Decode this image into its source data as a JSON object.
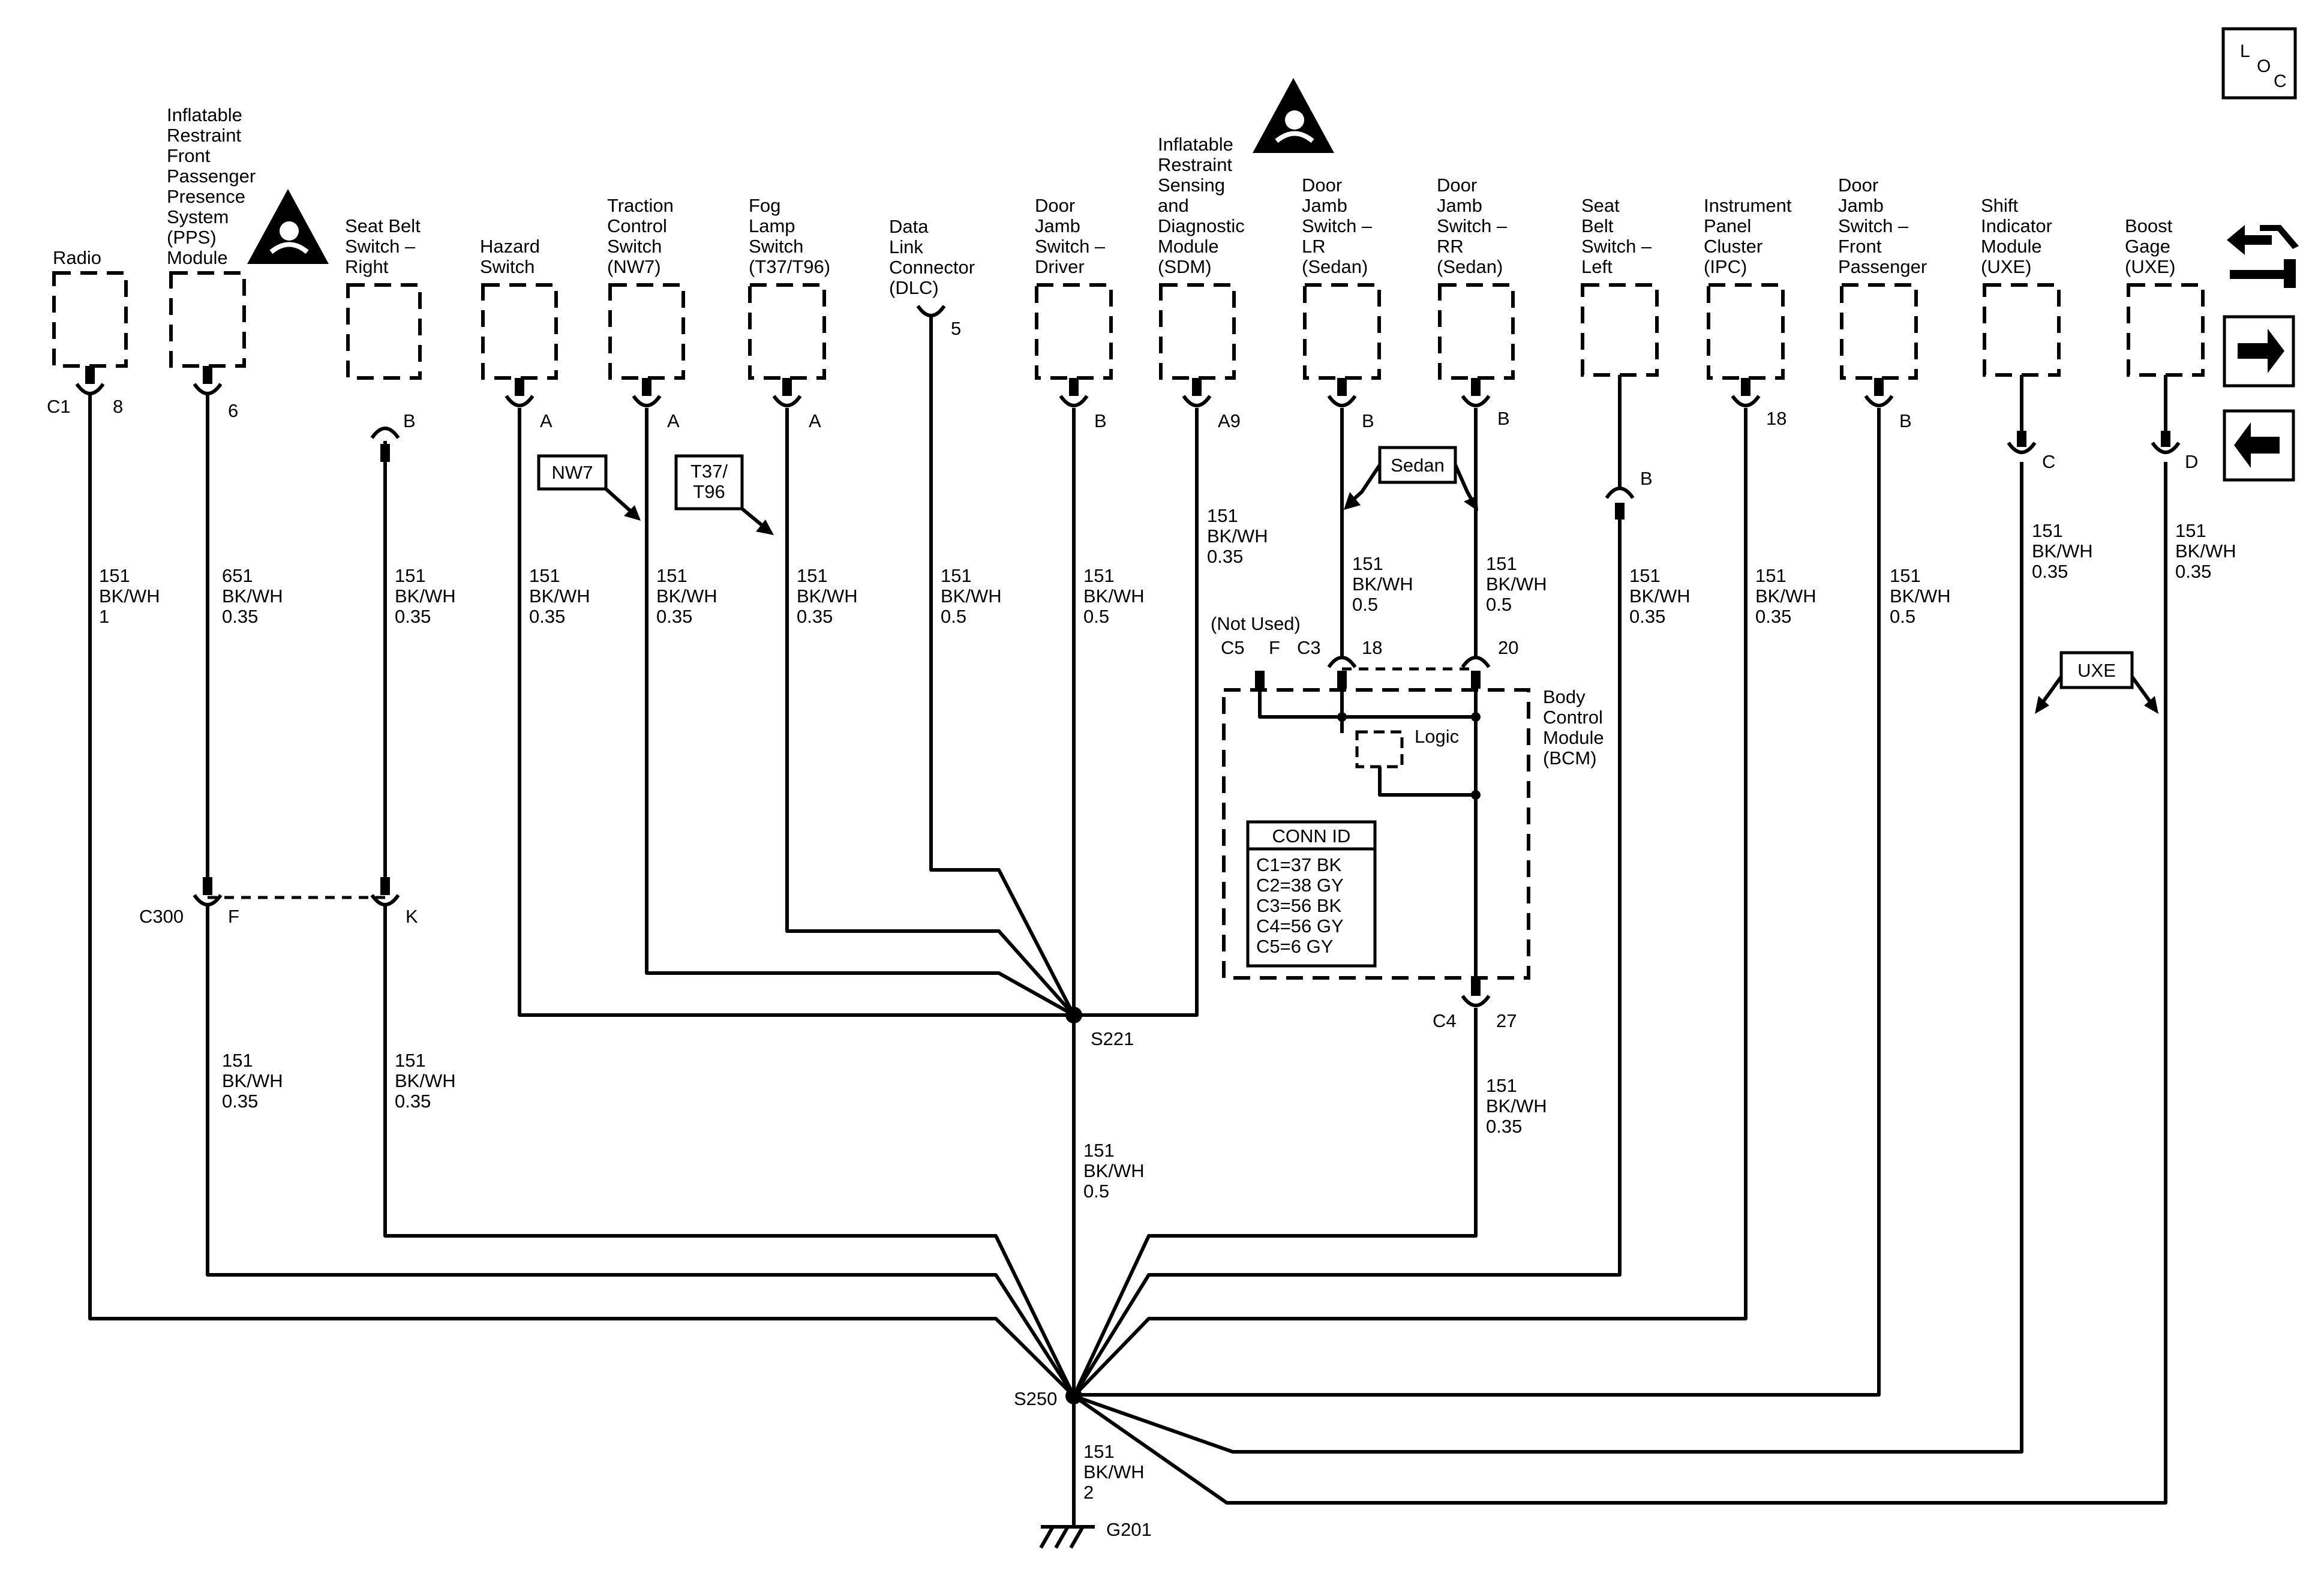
{
  "components": {
    "radio": [
      "Radio"
    ],
    "pps": [
      "Inflatable",
      "Restraint",
      "Front",
      "Passenger",
      "Presence",
      "System",
      "(PPS)",
      "Module"
    ],
    "seatbelt_right": [
      "Seat Belt",
      "Switch –",
      "Right"
    ],
    "hazard": [
      "Hazard",
      "Switch"
    ],
    "traction": [
      "Traction",
      "Control",
      "Switch",
      "(NW7)"
    ],
    "fog": [
      "Fog",
      "Lamp",
      "Switch",
      "(T37/T96)"
    ],
    "dlc": [
      "Data",
      "Link",
      "Connector",
      "(DLC)"
    ],
    "door_driver": [
      "Door",
      "Jamb",
      "Switch –",
      "Driver"
    ],
    "sdm": [
      "Inflatable",
      "Restraint",
      "Sensing",
      "and",
      "Diagnostic",
      "Module",
      "(SDM)"
    ],
    "door_lr": [
      "Door",
      "Jamb",
      "Switch –",
      "LR",
      "(Sedan)"
    ],
    "door_rr": [
      "Door",
      "Jamb",
      "Switch –",
      "RR",
      "(Sedan)"
    ],
    "seatbelt_left": [
      "Seat",
      "Belt",
      "Switch –",
      "Left"
    ],
    "ipc": [
      "Instrument",
      "Panel",
      "Cluster",
      "(IPC)"
    ],
    "door_front_pass": [
      "Door",
      "Jamb",
      "Switch –",
      "Front",
      "Passenger"
    ],
    "shift": [
      "Shift",
      "Indicator",
      "Module",
      "(UXE)"
    ],
    "boost": [
      "Boost",
      "Gage",
      "(UXE)"
    ]
  },
  "pins": {
    "radio_conn": "C1",
    "radio": "8",
    "pps": "6",
    "seatbelt_right": "B",
    "hazard": "A",
    "traction": "A",
    "fog": "A",
    "dlc": "5",
    "door_driver": "B",
    "sdm": "A9",
    "door_lr": "B",
    "door_rr": "B",
    "seatbelt_left": "B",
    "ipc": "18",
    "door_front_pass": "B",
    "shift": "C",
    "boost": "D",
    "c300_f": "F",
    "c300_k": "K",
    "bcm_c3_conn": "C3",
    "bcm_c3_pin": "18",
    "bcm_c3_pin_rr": "20",
    "bcm_c5_conn": "C5",
    "bcm_c5_pin": "F",
    "bcm_c4_conn": "C4",
    "bcm_c4_pin": "27"
  },
  "wires": {
    "radio": [
      "151",
      "BK/WH",
      "1"
    ],
    "pps": [
      "651",
      "BK/WH",
      "0.35"
    ],
    "seatbelt_right": [
      "151",
      "BK/WH",
      "0.35"
    ],
    "hazard": [
      "151",
      "BK/WH",
      "0.35"
    ],
    "traction": [
      "151",
      "BK/WH",
      "0.35"
    ],
    "fog": [
      "151",
      "BK/WH",
      "0.35"
    ],
    "dlc": [
      "151",
      "BK/WH",
      "0.5"
    ],
    "door_driver": [
      "151",
      "BK/WH",
      "0.5"
    ],
    "sdm": [
      "151",
      "BK/WH",
      "0.35"
    ],
    "door_lr": [
      "151",
      "BK/WH",
      "0.5"
    ],
    "door_rr": [
      "151",
      "BK/WH",
      "0.5"
    ],
    "seatbelt_left": [
      "151",
      "BK/WH",
      "0.35"
    ],
    "ipc": [
      "151",
      "BK/WH",
      "0.35"
    ],
    "door_front_pass": [
      "151",
      "BK/WH",
      "0.5"
    ],
    "shift": [
      "151",
      "BK/WH",
      "0.35"
    ],
    "boost": [
      "151",
      "BK/WH",
      "0.35"
    ],
    "c300_f_down": [
      "151",
      "BK/WH",
      "0.35"
    ],
    "c300_k_down": [
      "151",
      "BK/WH",
      "0.35"
    ],
    "s221_down": [
      "151",
      "BK/WH",
      "0.5"
    ],
    "bcm_c4_down": [
      "151",
      "BK/WH",
      "0.35"
    ],
    "ground": [
      "151",
      "BK/WH",
      "2"
    ]
  },
  "connectors": {
    "c300": "C300"
  },
  "splices": {
    "s221": "S221",
    "s250": "S250"
  },
  "ground": {
    "label": "G201"
  },
  "options": {
    "nw7": [
      "NW7"
    ],
    "t37": [
      "T37/",
      "T96"
    ],
    "sedan": [
      "Sedan"
    ],
    "uxe": [
      "UXE"
    ]
  },
  "bcm": {
    "name": [
      "Body",
      "Control",
      "Module",
      "(BCM)"
    ],
    "not_used": "(Not Used)",
    "logic": "Logic",
    "conn_id_title": "CONN ID",
    "conn_id": [
      "C1=37 BK",
      "C2=38 GY",
      "C3=56 BK",
      "C4=56 GY",
      "C5=6 GY"
    ]
  },
  "nav": {
    "loc": [
      "L",
      "O",
      "C"
    ],
    "loc_icon": "location-icon",
    "component_icon": "connector-wrench-icon",
    "next_icon": "arrow-right-icon",
    "prev_icon": "arrow-left-icon"
  },
  "warning_icon": "airbag-warning-icon"
}
